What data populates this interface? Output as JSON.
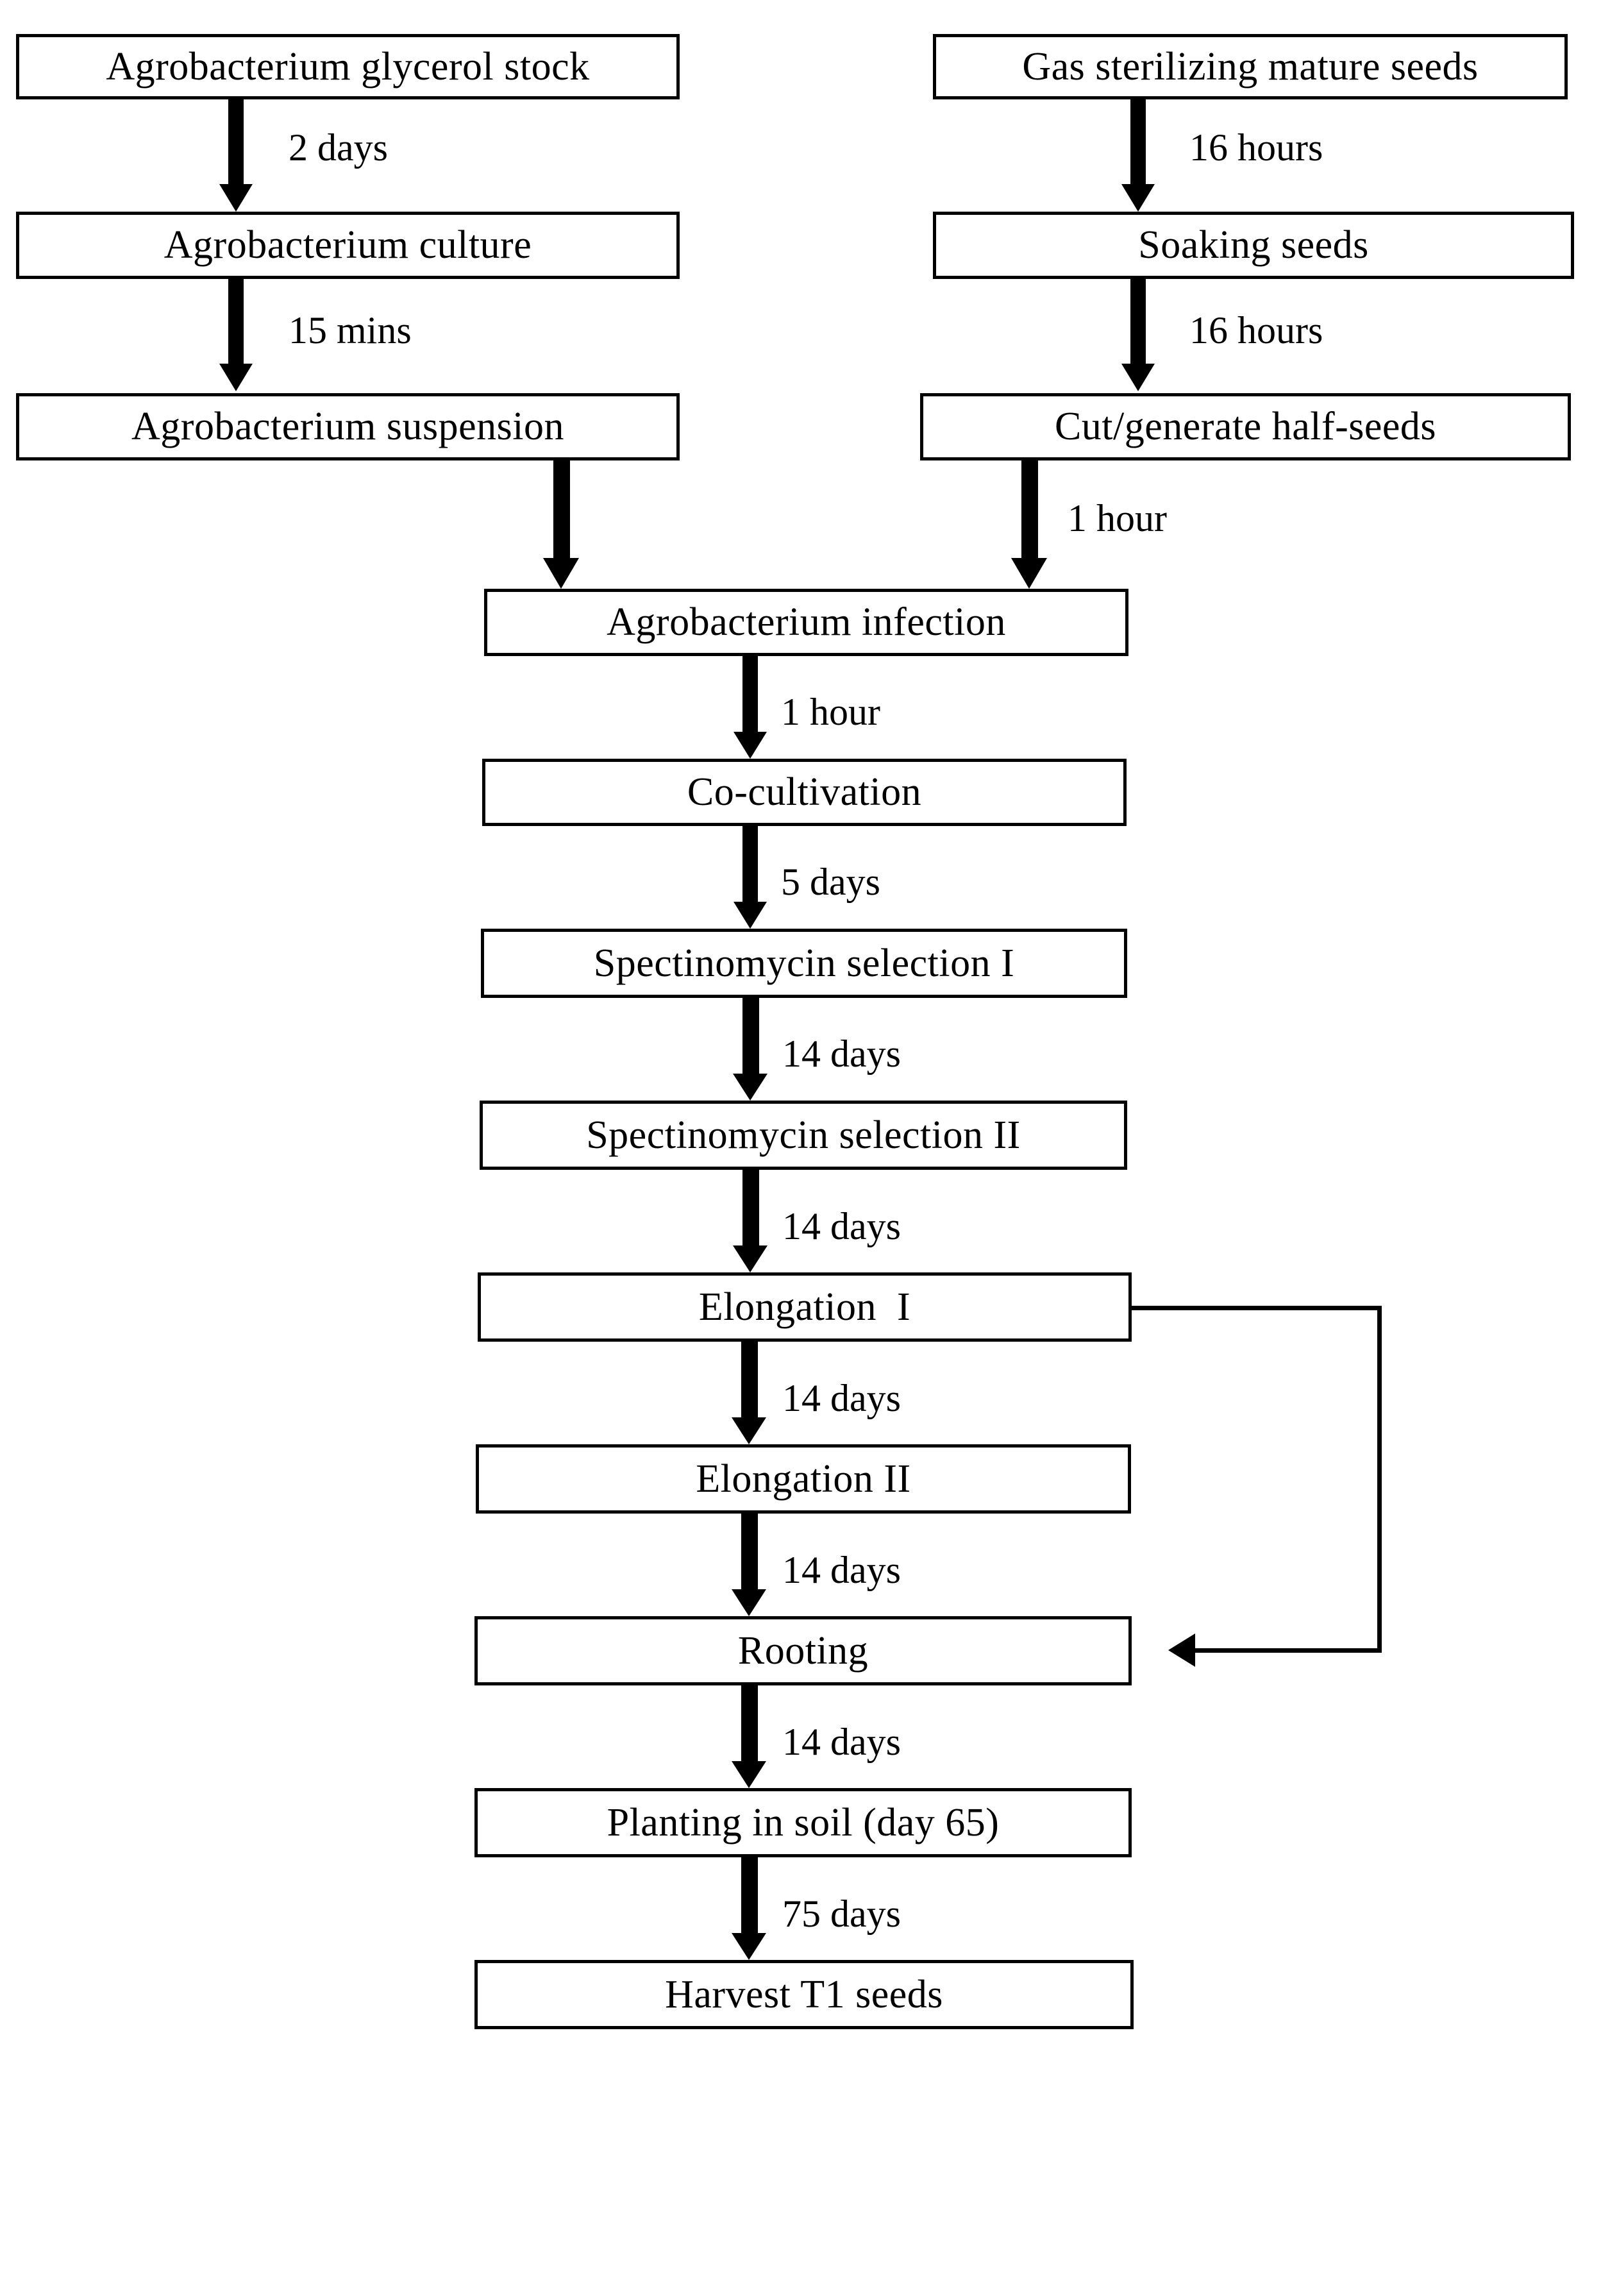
{
  "diagram": {
    "title_text": "",
    "colors": {
      "stroke": "#000000",
      "fill": "#ffffff",
      "text": "#000000"
    },
    "nodes": [
      {
        "id": "agro-glycerol-stock",
        "label": "Agrobacterium glycerol stock"
      },
      {
        "id": "agro-culture",
        "label": "Agrobacterium culture"
      },
      {
        "id": "agro-suspension",
        "label": "Agrobacterium suspension"
      },
      {
        "id": "gas-sterilizing-seeds",
        "label": "Gas sterilizing mature seeds"
      },
      {
        "id": "soaking-seeds",
        "label": "Soaking seeds"
      },
      {
        "id": "cut-half-seeds",
        "label": "Cut/generate half-seeds"
      },
      {
        "id": "agro-infection",
        "label": "Agrobacterium infection"
      },
      {
        "id": "co-cultivation",
        "label": "Co-cultivation"
      },
      {
        "id": "spec-selection-1",
        "label": "Spectinomycin selection I"
      },
      {
        "id": "spec-selection-2",
        "label": "Spectinomycin selection II"
      },
      {
        "id": "elongation-1",
        "label": "Elongation  I"
      },
      {
        "id": "elongation-2",
        "label": "Elongation II"
      },
      {
        "id": "rooting",
        "label": "Rooting"
      },
      {
        "id": "planting-in-soil",
        "label": "Planting in soil (day 65)"
      },
      {
        "id": "harvest-t1-seeds",
        "label": "Harvest T1 seeds"
      }
    ],
    "edges": [
      {
        "id": "e1",
        "from": "agro-glycerol-stock",
        "to": "agro-culture",
        "label": "2 days"
      },
      {
        "id": "e2",
        "from": "agro-culture",
        "to": "agro-suspension",
        "label": "15 mins"
      },
      {
        "id": "e3",
        "from": "agro-suspension",
        "to": "agro-infection",
        "label": ""
      },
      {
        "id": "e4",
        "from": "gas-sterilizing-seeds",
        "to": "soaking-seeds",
        "label": "16 hours"
      },
      {
        "id": "e5",
        "from": "soaking-seeds",
        "to": "cut-half-seeds",
        "label": "16 hours"
      },
      {
        "id": "e6",
        "from": "cut-half-seeds",
        "to": "agro-infection",
        "label": "1 hour"
      },
      {
        "id": "e7",
        "from": "agro-infection",
        "to": "co-cultivation",
        "label": "1 hour"
      },
      {
        "id": "e8",
        "from": "co-cultivation",
        "to": "spec-selection-1",
        "label": "5 days"
      },
      {
        "id": "e9",
        "from": "spec-selection-1",
        "to": "spec-selection-2",
        "label": "14 days"
      },
      {
        "id": "e10",
        "from": "spec-selection-2",
        "to": "elongation-1",
        "label": "14 days"
      },
      {
        "id": "e11",
        "from": "elongation-1",
        "to": "elongation-2",
        "label": "14 days"
      },
      {
        "id": "e12",
        "from": "elongation-2",
        "to": "rooting",
        "label": "14 days"
      },
      {
        "id": "e13",
        "from": "rooting",
        "to": "planting-in-soil",
        "label": "14 days"
      },
      {
        "id": "e14",
        "from": "planting-in-soil",
        "to": "harvest-t1-seeds",
        "label": "75 days"
      },
      {
        "id": "e15",
        "from": "elongation-1",
        "to": "rooting",
        "label": ""
      }
    ]
  }
}
